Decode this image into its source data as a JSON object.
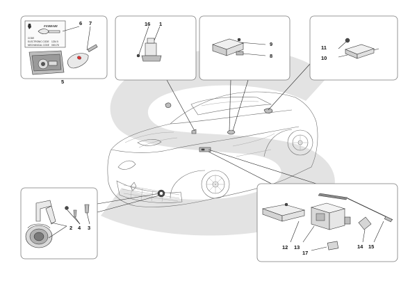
{
  "diagram": {
    "watermark_color": "#e3e3e3",
    "card_brand": "FERRARI",
    "card_lines": [
      "CODE",
      "ELECTRONIC CODE",
      "MECHANICAL CODE"
    ],
    "card_values": [
      "1234 5",
      "000178"
    ],
    "callouts": {
      "c1": "1",
      "c2": "2",
      "c3": "3",
      "c4": "4",
      "c5": "5",
      "c6": "6",
      "c7": "7",
      "c8": "8",
      "c9": "9",
      "c10": "10",
      "c11": "11",
      "c12": "12",
      "c13": "13",
      "c14": "14",
      "c15": "15",
      "c16": "16",
      "c17": "17"
    }
  }
}
